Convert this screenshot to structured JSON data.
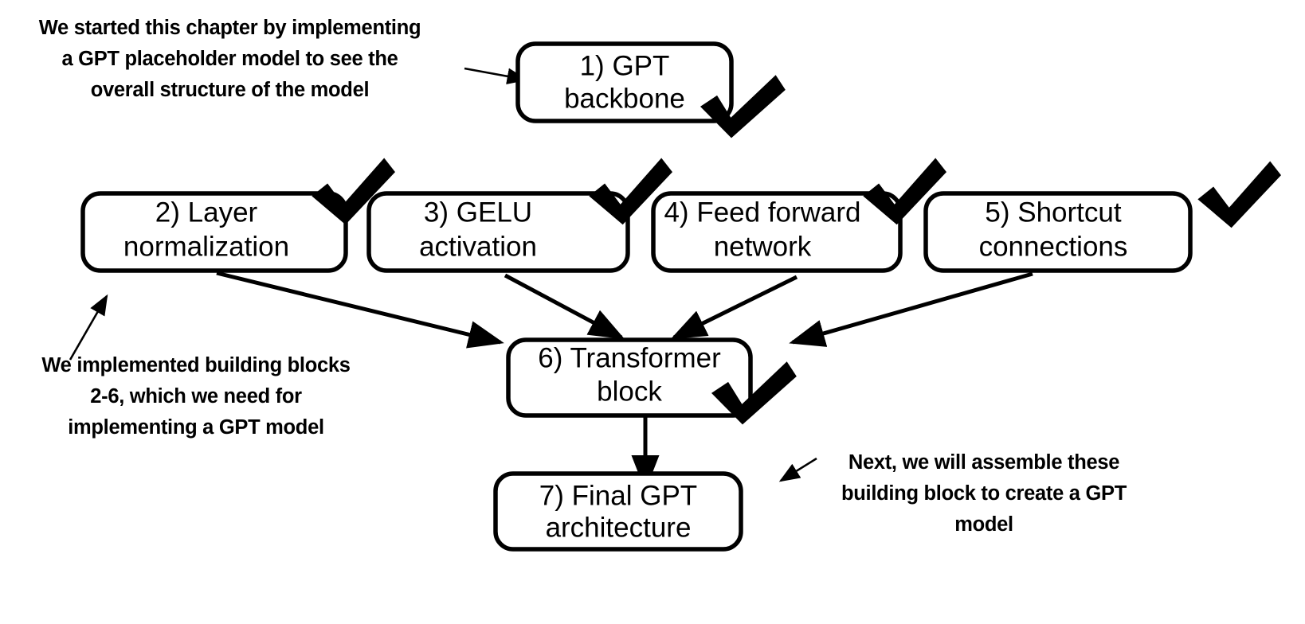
{
  "diagram": {
    "title": "GPT model building blocks chapter overview",
    "background_color": "#ffffff",
    "stroke_color": "#000000",
    "nodes": [
      {
        "id": "n1",
        "label_line1": "1) GPT",
        "label_line2": "backbone",
        "checked": true
      },
      {
        "id": "n2",
        "label_line1": "2) Layer",
        "label_line2": "normalization",
        "checked": true
      },
      {
        "id": "n3",
        "label_line1": "3) GELU",
        "label_line2": "activation",
        "checked": true
      },
      {
        "id": "n4",
        "label_line1": "4) Feed forward",
        "label_line2": "network",
        "checked": true
      },
      {
        "id": "n5",
        "label_line1": "5) Shortcut",
        "label_line2": "connections",
        "checked": true
      },
      {
        "id": "n6",
        "label_line1": "6) Transformer",
        "label_line2": "block",
        "checked": true
      },
      {
        "id": "n7",
        "label_line1": "7) Final GPT",
        "label_line2": "architecture",
        "checked": false
      }
    ],
    "edges": [
      {
        "from": "n2",
        "to": "n6"
      },
      {
        "from": "n3",
        "to": "n6"
      },
      {
        "from": "n4",
        "to": "n6"
      },
      {
        "from": "n5",
        "to": "n6"
      },
      {
        "from": "n6",
        "to": "n7"
      }
    ],
    "annotations": {
      "top_left": "We started this chapter by implementing\na GPT placeholder model to see the\noverall structure of the model",
      "bottom_left": "We implemented building blocks\n2-6, which we need for\nimplementing a GPT model",
      "bottom_right": "Next, we will assemble these\nbuilding block to create a GPT\nmodel"
    },
    "icons": {
      "check": "check-icon"
    }
  }
}
